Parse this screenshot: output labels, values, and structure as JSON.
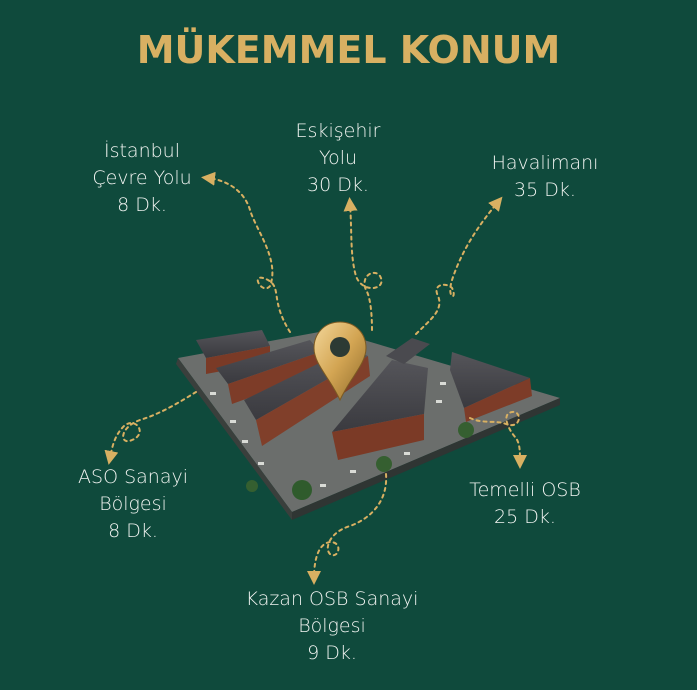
{
  "title": "MÜKEMMEL KONUM",
  "colors": {
    "background": "#0f4a3c",
    "accent_gold": "#d8b062",
    "text": "#f1f4f1"
  },
  "locations": [
    {
      "id": "istanbul",
      "lines": [
        "İstanbul",
        "Çevre Yolu",
        "8 Dk."
      ]
    },
    {
      "id": "eskisehir",
      "lines": [
        "Eskişehir",
        "Yolu",
        "30 Dk."
      ]
    },
    {
      "id": "havalimani",
      "lines": [
        "Havalimanı",
        "35 Dk."
      ]
    },
    {
      "id": "aso",
      "lines": [
        "ASO Sanayi",
        "Bölgesi",
        "8 Dk."
      ]
    },
    {
      "id": "temelli",
      "lines": [
        "Temelli OSB",
        "25 Dk."
      ]
    },
    {
      "id": "kazan",
      "lines": [
        "Kazan OSB Sanayi",
        "Bölgesi",
        "9 Dk."
      ]
    }
  ],
  "icons": {
    "pin": "location-pin-icon",
    "arrow": "dotted-route-arrow-icon"
  }
}
